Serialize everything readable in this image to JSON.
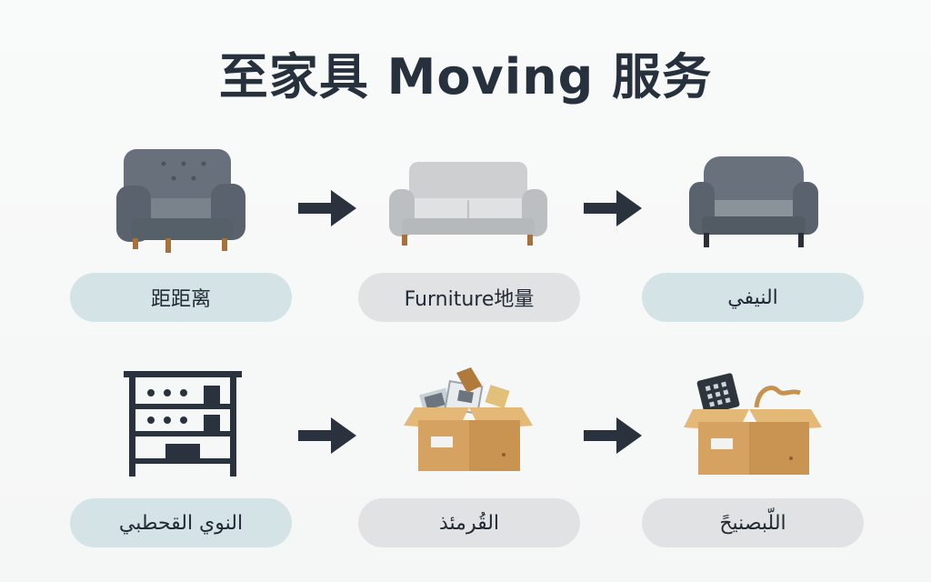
{
  "title": "至家具 Moving 服务",
  "colors": {
    "title": "#27313d",
    "arrow": "#2a323d",
    "pill_teal": "#d4e4e6",
    "pill_gray": "#e1e2e3",
    "furniture_dark": "#5d6670",
    "furniture_light": "#c7c9cb",
    "box": "#d9a766"
  },
  "rows": [
    {
      "items": [
        {
          "icon": "armchair-icon",
          "label": "距距离"
        },
        {
          "icon": "sofa-icon",
          "label": "Furniture地量"
        },
        {
          "icon": "loveseat-icon",
          "label": "النيفي"
        }
      ]
    },
    {
      "items": [
        {
          "icon": "shelf-icon",
          "label": "النوي القحطبي"
        },
        {
          "icon": "box-with-papers-icon",
          "label": "القُرمئذ"
        },
        {
          "icon": "box-with-items-icon",
          "label": "اللّبصنيحً"
        }
      ]
    }
  ]
}
